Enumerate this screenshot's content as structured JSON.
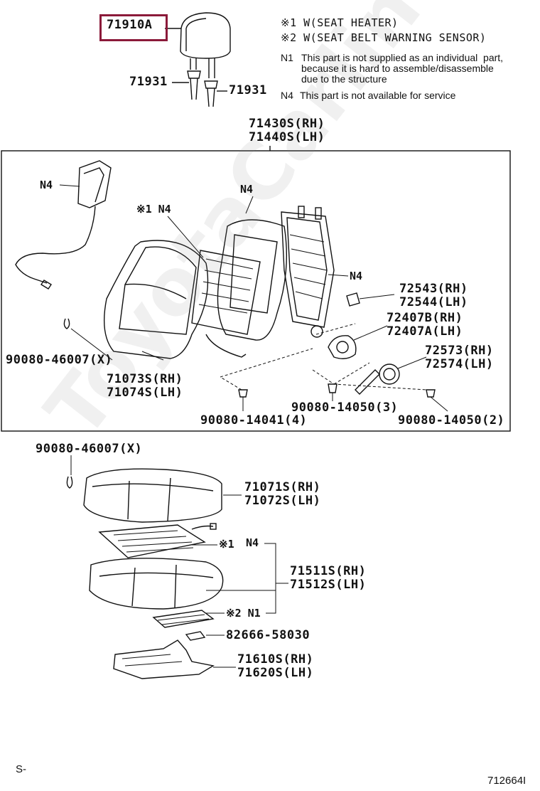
{
  "legend": {
    "line1": "※1 W(SEAT HEATER)",
    "line2": "※2 W(SEAT BELT WARNING SENSOR)",
    "n1_key": "N1",
    "n1_text": "This part is not supplied as an individual  part,\nbecause it is hard to assemble/disassemble\ndue to the structure",
    "n4_key": "N4",
    "n4_text": "This part is not available for service"
  },
  "highlight_color": "#8b1a3a",
  "parts": {
    "headrest": "71910A",
    "guide_left": "71931",
    "guide_right": "71931",
    "back_assy": "71430S(RH)\n71440S(LH)",
    "back_cover": "71073S(RH)\n71074S(LH)",
    "hog_ring_back": "90080-46007(X)",
    "bracket": "72543(RH)\n72544(LH)",
    "recliner": "72407B(RH)\n72407A(LH)",
    "cover": "72573(RH)\n72574(LH)",
    "bolt_a": "90080-14041(4)",
    "bolt_b": "90080-14050(3)",
    "bolt_c": "90080-14050(2)",
    "hog_ring_cushion": "90080-46007(X)",
    "cushion_cover": "71071S(RH)\n71072S(LH)",
    "cushion_pad": "71511S(RH)\n71512S(LH)",
    "clip": "82666-58030",
    "cushion_frame": "71610S(RH)\n71620S(LH)"
  },
  "markers": {
    "n4_a": "N4",
    "n4_b": "N4",
    "heater_n4": "※1 N4",
    "n4_c": "N4",
    "heater_1": "※1",
    "n4_d": "N4",
    "sensor_n1": "※2 N1"
  },
  "footer": {
    "left": "S-",
    "right": "712664I"
  },
  "watermark": "ToyotaCarline.ru"
}
